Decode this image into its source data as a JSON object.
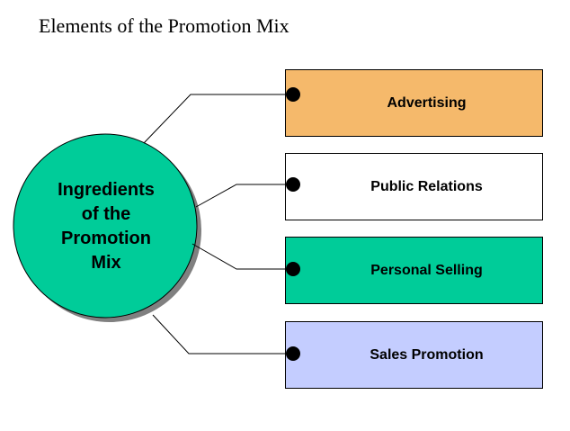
{
  "title": "Elements of the Promotion Mix",
  "center": {
    "label_lines": [
      "Ingredients",
      "of the",
      "Promotion",
      "Mix"
    ],
    "fill": "#00cc99"
  },
  "items": [
    {
      "label": "Advertising",
      "fill": "#f5b96b"
    },
    {
      "label": "Public Relations",
      "fill": "#ffffff"
    },
    {
      "label": "Personal Selling",
      "fill": "#00cc99"
    },
    {
      "label": "Sales Promotion",
      "fill": "#c4cdff"
    }
  ]
}
